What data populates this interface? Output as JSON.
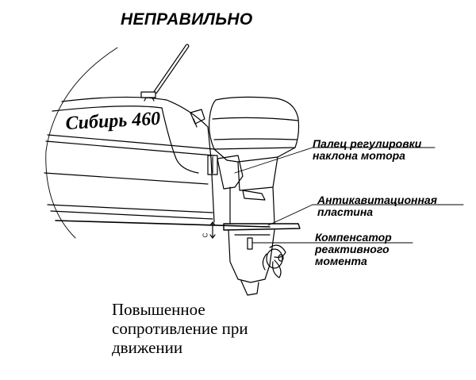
{
  "title": "НЕПРАВИЛЬНО",
  "boat_name": "Сибирь 460",
  "labels": {
    "tilt_pin": [
      "Палец регулировки",
      "наклона мотора"
    ],
    "anticavitation_plate": [
      "Антикавитационная",
      "пластина"
    ],
    "torque_compensator": [
      "Компенсатор",
      "реактивного",
      "момента"
    ]
  },
  "caption": [
    "Повышенное",
    "сопротивление при",
    "движении"
  ],
  "dimension_mark": "С"
}
